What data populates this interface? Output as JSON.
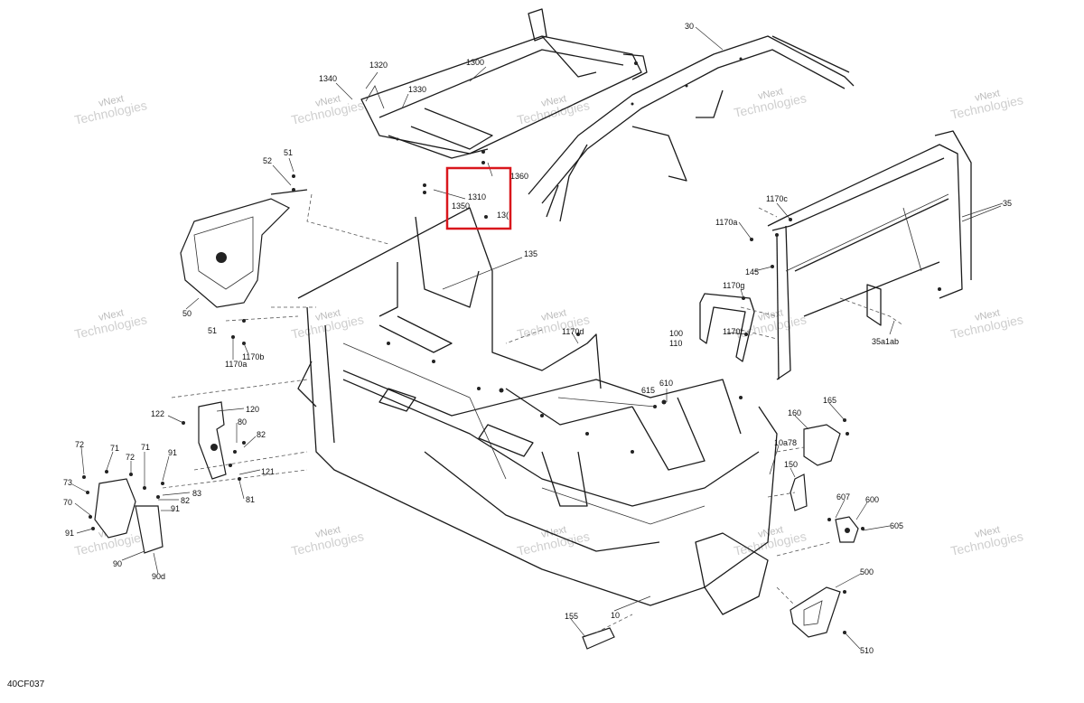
{
  "diagram": {
    "ref_code": "40CF037",
    "highlight_color": "#d9161c",
    "watermark_text_1": "vNext",
    "watermark_text_2": "Technologies",
    "labels": {
      "l30": "30",
      "l35": "35",
      "l1300": "1300",
      "l1320": "1320",
      "l1330": "1330",
      "l1340": "1340",
      "l1310": "1310",
      "l1350": "1350",
      "l1360": "1360",
      "l13x": "13(",
      "l51a": "51",
      "l52": "52",
      "l135": "135",
      "l50": "50",
      "l51b": "51",
      "l1170b": "1170b",
      "l1170a1": "1170a",
      "l1170c": "1170c",
      "l1170a2": "1170a",
      "l145": "145",
      "l1170g": "1170g",
      "l1170f": "1170f",
      "l100": "100",
      "l110": "110",
      "l35a1ab": "35a1ab",
      "l1170d": "1170d",
      "l120": "120",
      "l122": "122",
      "l80": "80",
      "l82a": "82",
      "l121": "121",
      "l83": "83",
      "l82b": "82",
      "l81": "81",
      "l91a": "91",
      "l72a": "72",
      "l71a": "71",
      "l72b": "72",
      "l71b": "71",
      "l73": "73",
      "l70": "70",
      "l91b": "91",
      "l91c": "91",
      "l90": "90",
      "l90d": "90d",
      "l615": "615",
      "l610": "610",
      "l165": "165",
      "l160": "160",
      "l10a78": "10a78",
      "l150": "150",
      "l607": "607",
      "l600": "600",
      "l605": "605",
      "l500": "500",
      "l510": "510",
      "l155": "155",
      "l10": "10"
    }
  }
}
